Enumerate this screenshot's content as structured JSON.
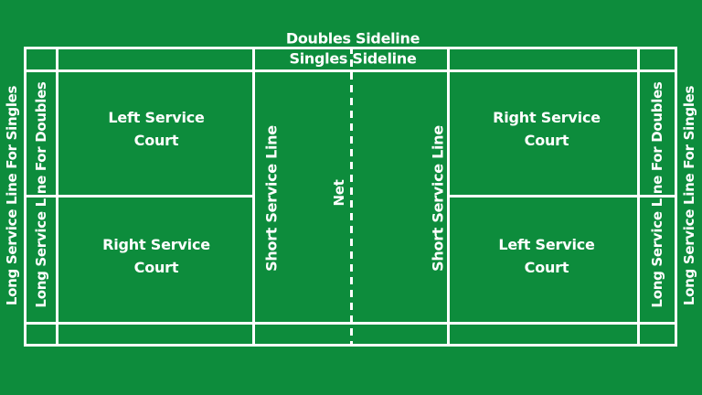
{
  "colors": {
    "background": "#0d8c3c",
    "line": "#ffffff",
    "text": "#ffffff"
  },
  "top_labels": {
    "doubles_sideline": "Doubles Sideline",
    "singles_sideline": "Singles Sideline"
  },
  "service_courts": {
    "top_left": "Left Service Court",
    "bottom_left": "Right Service Court",
    "top_right": "Right Service Court",
    "bottom_right": "Left Service Court"
  },
  "line_labels": {
    "net": "Net",
    "short_service_left": "Short Service Line",
    "short_service_right": "Short Service Line",
    "long_singles_left": "Long Service Line For Singles",
    "long_doubles_left": "Long Service Line For Doubles",
    "long_doubles_right": "Long Service Line For Doubles",
    "long_singles_right": "Long Service Line For Singles"
  }
}
